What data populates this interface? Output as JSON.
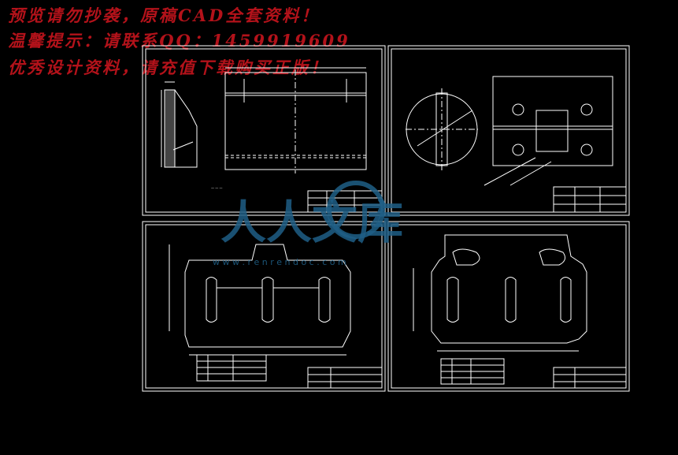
{
  "watermark": {
    "line1": "预览请勿抄袭，原稿CAD全套资料！",
    "line2": "温馨提示：请联系QQ：1459919609",
    "line3": "优秀设计资料，请充值下载购买正版！"
  },
  "logo": {
    "text": "人人文库",
    "url": "w w w . r e n r e n d o c . c o m"
  },
  "colors": {
    "background": "#000000",
    "frame": "#ffffff",
    "watermark": "#b3121a",
    "logo": "#1f5f86"
  }
}
